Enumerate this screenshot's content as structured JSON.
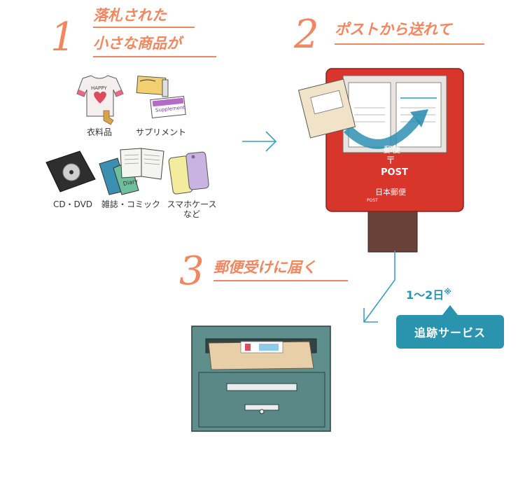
{
  "colors": {
    "accent": "#f08760",
    "teal": "#2a93ae",
    "arrow": "#3a9ec0",
    "caption": "#333333"
  },
  "steps": [
    {
      "number": "1",
      "title_line1": "落札された",
      "title_line2": "小さな商品が"
    },
    {
      "number": "2",
      "title": "ポストから送れて"
    },
    {
      "number": "3",
      "title": "郵便受けに届く"
    }
  ],
  "items": [
    {
      "label": "衣料品",
      "icon": "clothing-icon"
    },
    {
      "label": "サプリメント",
      "icon": "supplement-icon"
    },
    {
      "label": "CD・DVD",
      "icon": "dvd-case-icon"
    },
    {
      "label": "雑誌・コミック",
      "icon": "magazine-icon"
    },
    {
      "label": "スマホケース",
      "label2": "など",
      "icon": "phone-case-icon"
    }
  ],
  "illustrations": {
    "clothing_text": "HAPPY",
    "supplement_text": "Supplement",
    "magazine_text": "Diary",
    "postbox_mark": "〒",
    "postbox_word": "郵便",
    "postbox_post": "POST",
    "postbox_brand": "日本郵便",
    "postbox_brand_sub": "POST"
  },
  "delivery": {
    "duration": "1〜2日",
    "note_mark": "※",
    "service_button": "追跡サービス"
  }
}
